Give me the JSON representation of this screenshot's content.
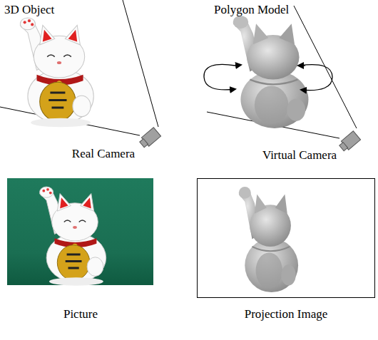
{
  "diagram": {
    "labels": [
      "3D Object",
      "Polygon Model",
      "Real Camera",
      "Virtual Camera",
      "Picture",
      "Projection Image"
    ]
  }
}
